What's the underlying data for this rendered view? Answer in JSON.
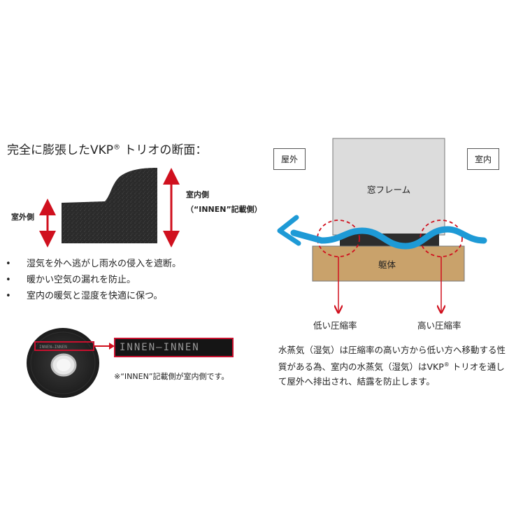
{
  "left": {
    "title_main": "完全に膨張したVKP",
    "title_reg": "®",
    "title_tail": " トリオの断面：",
    "outside_label": "室外側",
    "inside_label": "室内側",
    "inside_sub": "（“INNEN”記載側）",
    "bullets": [
      "湿気を外へ逃がし雨水の侵入を遮断。",
      "暖かい空気の漏れを防止。",
      "室内の暖気と湿度を快適に保つ。"
    ],
    "roll_text": "INNEN—INNEN",
    "innen_strip": "INNEN—INNEN",
    "roll_note": "※“INNEN”記載側が室内側です。"
  },
  "right": {
    "outside_box": "屋外",
    "inside_box": "室内",
    "frame_label": "窓フレーム",
    "body_label": "躯体",
    "low_label": "低い圧縮率",
    "high_label": "高い圧縮率",
    "para_1": "水蒸気（湿気）は圧縮率の高い方から低い方へ移動する性質がある為、室内の水蒸気（湿気）はVKP",
    "para_reg": "®",
    "para_2": " トリオを通して屋外へ排出され、結露を防止します。"
  },
  "colors": {
    "red": "#d0101e",
    "blue": "#1e9ad6",
    "frame": "#dcdcdc",
    "body": "#c9a26b",
    "foam": "#2a2a2a"
  }
}
